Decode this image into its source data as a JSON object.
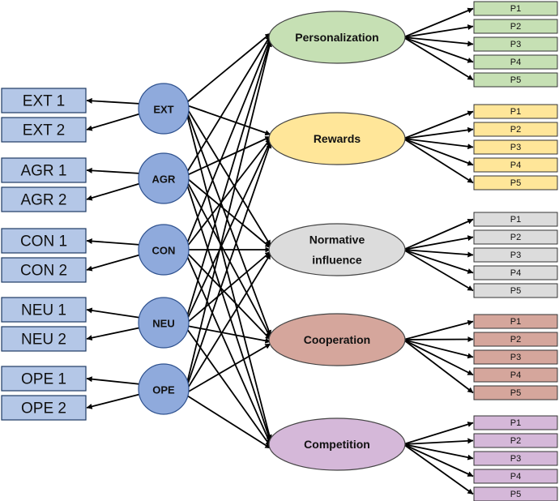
{
  "traits": [
    {
      "id": "EXT",
      "label": "EXT",
      "indicators": [
        "EXT 1",
        "EXT 2"
      ]
    },
    {
      "id": "AGR",
      "label": "AGR",
      "indicators": [
        "AGR 1",
        "AGR 2"
      ]
    },
    {
      "id": "CON",
      "label": "CON",
      "indicators": [
        "CON 1",
        "CON 2"
      ]
    },
    {
      "id": "NEU",
      "label": "NEU",
      "indicators": [
        "NEU 1",
        "NEU 2"
      ]
    },
    {
      "id": "OPE",
      "label": "OPE",
      "indicators": [
        "OPE 1",
        "OPE 2"
      ]
    }
  ],
  "outcomes": [
    {
      "id": "personalization",
      "lines": [
        "Personalization"
      ],
      "fill": "#c6e0b4",
      "items": [
        "P1",
        "P2",
        "P3",
        "P4",
        "P5"
      ]
    },
    {
      "id": "rewards",
      "lines": [
        "Rewards"
      ],
      "fill": "#ffe699",
      "items": [
        "P1",
        "P2",
        "P3",
        "P4",
        "P5"
      ]
    },
    {
      "id": "normative-influence",
      "lines": [
        "Normative",
        "influence"
      ],
      "fill": "#dcdcdc",
      "items": [
        "P1",
        "P2",
        "P3",
        "P4",
        "P5"
      ]
    },
    {
      "id": "cooperation",
      "lines": [
        "Cooperation"
      ],
      "fill": "#d5a69c",
      "items": [
        "P1",
        "P2",
        "P3",
        "P4",
        "P5"
      ]
    },
    {
      "id": "competition",
      "lines": [
        "Competition"
      ],
      "fill": "#d5b8d9",
      "items": [
        "P1",
        "P2",
        "P3",
        "P4",
        "P5"
      ]
    }
  ],
  "colors": {
    "indicator_fill": "#b4c7e7",
    "trait_fill": "#8faadc",
    "stroke": "#000000"
  }
}
